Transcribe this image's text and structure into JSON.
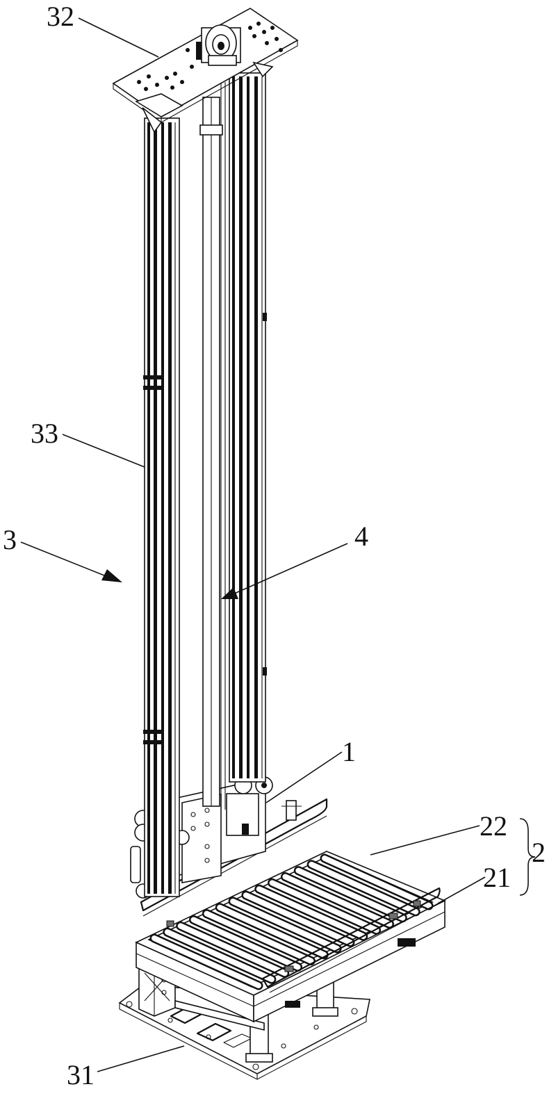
{
  "figure": {
    "callouts": [
      {
        "id": "callout-32",
        "text": "32"
      },
      {
        "id": "callout-33",
        "text": "33"
      },
      {
        "id": "callout-3",
        "text": "3"
      },
      {
        "id": "callout-4",
        "text": "4"
      },
      {
        "id": "callout-1",
        "text": "1"
      },
      {
        "id": "callout-22",
        "text": "22"
      },
      {
        "id": "callout-21",
        "text": "21"
      },
      {
        "id": "callout-2",
        "text": "2"
      },
      {
        "id": "callout-31",
        "text": "31"
      }
    ]
  },
  "colors": {
    "ink": "#111111",
    "background": "#ffffff"
  }
}
